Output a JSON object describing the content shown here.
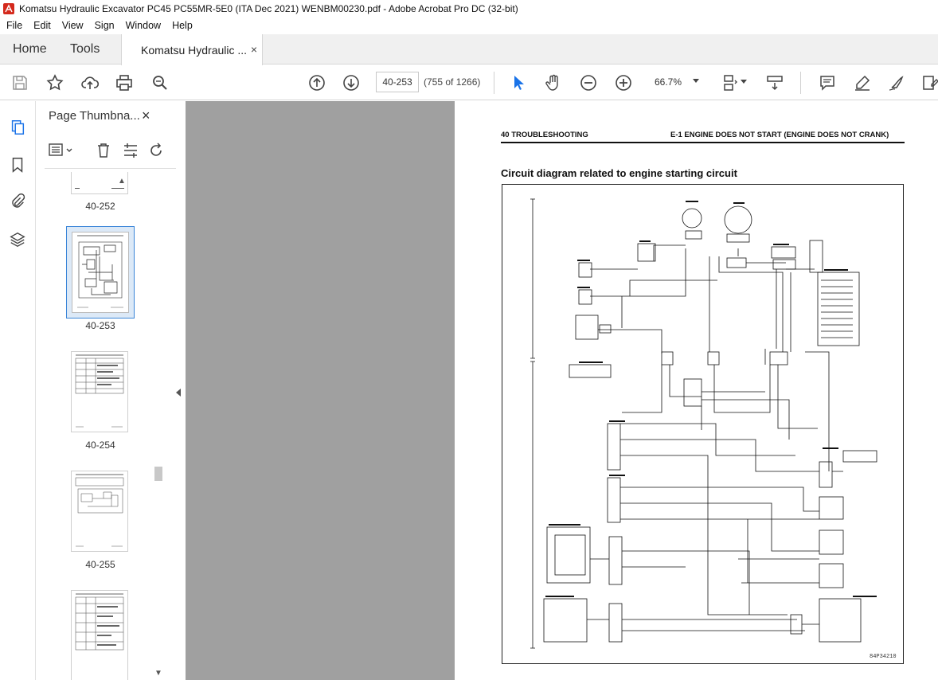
{
  "window": {
    "title": "Komatsu Hydraulic Excavator PC45 PC55MR-5E0 (ITA Dec 2021) WENBM00230.pdf - Adobe Acrobat Pro DC (32-bit)"
  },
  "menu": {
    "items": [
      "File",
      "Edit",
      "View",
      "Sign",
      "Window",
      "Help"
    ]
  },
  "tabs": {
    "home": "Home",
    "tools": "Tools",
    "document": "Komatsu Hydraulic ...",
    "close_glyph": "×"
  },
  "toolbar": {
    "page_value": "40-253",
    "page_count": "(755 of 1266)",
    "zoom": "66.7%"
  },
  "thumbnail_panel": {
    "title": "Page Thumbna...",
    "close_glyph": "×",
    "pages": [
      {
        "label": "40-252",
        "selected": false
      },
      {
        "label": "40-253",
        "selected": true
      },
      {
        "label": "40-254",
        "selected": false
      },
      {
        "label": "40-255",
        "selected": false
      },
      {
        "label": "",
        "selected": false
      }
    ]
  },
  "document": {
    "header_left": "40 TROUBLESHOOTING",
    "header_right": "E-1 ENGINE DOES NOT START (ENGINE DOES NOT CRANK)",
    "heading": "Circuit diagram related to engine starting circuit",
    "diagram_code": "84P34210"
  },
  "colors": {
    "accent": "#3a85d8",
    "doc_background": "#a0a0a0",
    "select_icon": "#1a73e8"
  }
}
